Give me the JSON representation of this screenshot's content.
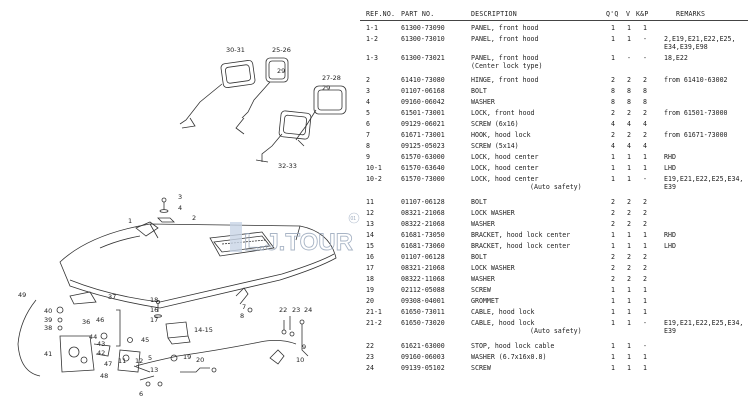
{
  "header": {
    "ref": "REF.NO.",
    "part": "PART NO.",
    "desc": "DESCRIPTION",
    "qty": "Q'Q",
    "v": "V",
    "kp": "K&P",
    "remarks": "REMARKS"
  },
  "watermark": {
    "text": "L.J.TOUR",
    "badge": "01"
  },
  "rows": [
    {
      "ref": "1-1",
      "part": "61300-73090",
      "desc": "PANEL, front hood",
      "q": "1",
      "v": "1",
      "k": "1",
      "rem": ""
    },
    {
      "ref": "1-2",
      "part": "61300-73010",
      "desc": "PANEL, front hood",
      "q": "1",
      "v": "1",
      "k": "-",
      "rem": "2,E19,E21,E22,E25,",
      "rem2": "E34,E39,E98"
    },
    {
      "ref": "1-3",
      "part": "61300-73021",
      "desc": "PANEL, front hood",
      "desc2": "(Center lock type)",
      "q": "1",
      "v": "-",
      "k": "-",
      "rem": "18,E22"
    },
    {
      "ref": "2",
      "part": "61410-73080",
      "desc": "HINGE, front hood",
      "q": "2",
      "v": "2",
      "k": "2",
      "rem": "from 61410-63002"
    },
    {
      "ref": "3",
      "part": "01107-06168",
      "desc": "BOLT",
      "q": "8",
      "v": "8",
      "k": "8",
      "rem": ""
    },
    {
      "ref": "4",
      "part": "09160-06042",
      "desc": "WASHER",
      "q": "8",
      "v": "8",
      "k": "8",
      "rem": ""
    },
    {
      "ref": "5",
      "part": "61501-73001",
      "desc": "LOCK, front hood",
      "q": "2",
      "v": "2",
      "k": "2",
      "rem": "from 61501-73000"
    },
    {
      "ref": "6",
      "part": "09129-06021",
      "desc": "SCREW (6x16)",
      "q": "4",
      "v": "4",
      "k": "4",
      "rem": ""
    },
    {
      "ref": "7",
      "part": "61671-73001",
      "desc": "HOOK, hood lock",
      "q": "2",
      "v": "2",
      "k": "2",
      "rem": "from 61671-73000"
    },
    {
      "ref": "8",
      "part": "09125-05023",
      "desc": "SCREW (5x14)",
      "q": "4",
      "v": "4",
      "k": "4",
      "rem": ""
    },
    {
      "ref": "9",
      "part": "61570-63000",
      "desc": "LOCK, hood center",
      "q": "1",
      "v": "1",
      "k": "1",
      "rem": "RHD"
    },
    {
      "ref": "10-1",
      "part": "61570-63640",
      "desc": "LOCK, hood center",
      "q": "1",
      "v": "1",
      "k": "1",
      "rem": "LHD"
    },
    {
      "ref": "10-2",
      "part": "61570-73000",
      "desc": "LOCK, hood center",
      "desc2": "(Auto safety)",
      "q": "1",
      "v": "1",
      "k": "-",
      "rem": "E19,E21,E22,E25,E34,",
      "rem2": "E39"
    },
    {
      "ref": "11",
      "part": "01107-06128",
      "desc": "BOLT",
      "q": "2",
      "v": "2",
      "k": "2",
      "rem": ""
    },
    {
      "ref": "12",
      "part": "08321-21068",
      "desc": "LOCK WASHER",
      "q": "2",
      "v": "2",
      "k": "2",
      "rem": ""
    },
    {
      "ref": "13",
      "part": "08322-21068",
      "desc": "WASHER",
      "q": "2",
      "v": "2",
      "k": "2",
      "rem": ""
    },
    {
      "ref": "14",
      "part": "61681-73050",
      "desc": "BRACKET, hood lock center",
      "q": "1",
      "v": "1",
      "k": "1",
      "rem": "RHD"
    },
    {
      "ref": "15",
      "part": "61681-73060",
      "desc": "BRACKET, hood lock center",
      "q": "1",
      "v": "1",
      "k": "1",
      "rem": "LHD"
    },
    {
      "ref": "16",
      "part": "01107-06128",
      "desc": "BOLT",
      "q": "2",
      "v": "2",
      "k": "2",
      "rem": ""
    },
    {
      "ref": "17",
      "part": "08321-21068",
      "desc": "LOCK WASHER",
      "q": "2",
      "v": "2",
      "k": "2",
      "rem": ""
    },
    {
      "ref": "18",
      "part": "08322-11068",
      "desc": "WASHER",
      "q": "2",
      "v": "2",
      "k": "2",
      "rem": ""
    },
    {
      "ref": "19",
      "part": "02112-05088",
      "desc": "SCREW",
      "q": "1",
      "v": "1",
      "k": "1",
      "rem": ""
    },
    {
      "ref": "20",
      "part": "09308-04001",
      "desc": "GROMMET",
      "q": "1",
      "v": "1",
      "k": "1",
      "rem": ""
    },
    {
      "ref": "21-1",
      "part": "61650-73011",
      "desc": "CABLE, hood lock",
      "q": "1",
      "v": "1",
      "k": "1",
      "rem": ""
    },
    {
      "ref": "21-2",
      "part": "61650-73020",
      "desc": "CABLE, hood lock",
      "desc2": "(Auto safety)",
      "q": "1",
      "v": "1",
      "k": "-",
      "rem": "E19,E21,E22,E25,E34,",
      "rem2": "E39"
    },
    {
      "ref": "22",
      "part": "61621-63000",
      "desc": "STOP, hood lock cable",
      "q": "1",
      "v": "1",
      "k": "-",
      "rem": ""
    },
    {
      "ref": "23",
      "part": "09160-06003",
      "desc": "WASHER (6.7x16x0.8)",
      "q": "1",
      "v": "1",
      "k": "1",
      "rem": ""
    },
    {
      "ref": "24",
      "part": "09139-05102",
      "desc": "SCREW",
      "q": "1",
      "v": "1",
      "k": "1",
      "rem": ""
    }
  ],
  "callouts": [
    "30-31",
    "25-26",
    "29",
    "27-28",
    "29",
    "32-33",
    "3",
    "4",
    "2",
    "1",
    "49",
    "37",
    "40",
    "39",
    "38",
    "36",
    "46",
    "44",
    "43",
    "42",
    "41",
    "45",
    "47",
    "48",
    "18",
    "16",
    "17",
    "14-15",
    "5",
    "11",
    "12",
    "13",
    "8",
    "7",
    "22",
    "23",
    "24",
    "6",
    "19",
    "20",
    "9",
    "10"
  ]
}
